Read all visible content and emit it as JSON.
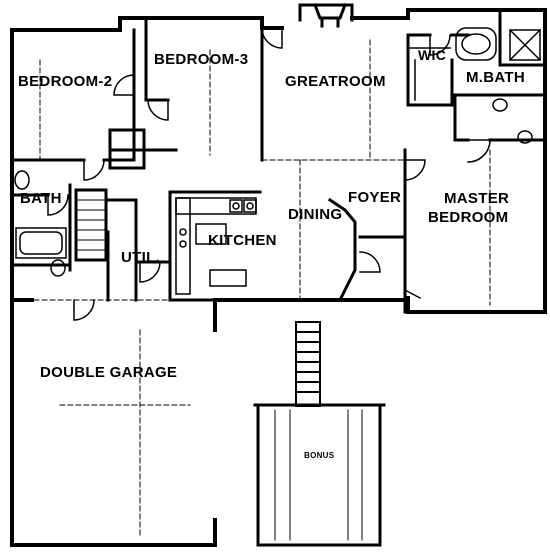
{
  "plan": {
    "rooms": {
      "bedroom2": "BEDROOM-2",
      "bedroom3": "BEDROOM-3",
      "greatroom": "GREATROOM",
      "wic": "WIC",
      "mbath": "M.BATH",
      "bath": "BATH",
      "foyer": "FOYER",
      "dining": "DINING",
      "kitchen": "KITCHEN",
      "util": "UTIL.",
      "master_line1": "MASTER",
      "master_line2": "BEDROOM",
      "garage": "DOUBLE GARAGE",
      "bonus": "BONUS"
    },
    "colors": {
      "ink": "#000000",
      "paper": "#ffffff"
    }
  }
}
